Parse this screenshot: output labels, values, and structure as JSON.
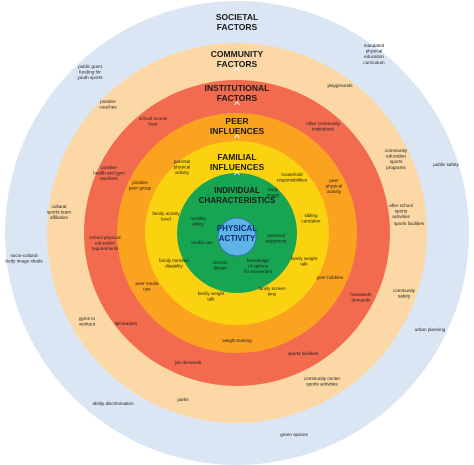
{
  "rings": {
    "societal": {
      "title": [
        "SOCIETAL",
        "FACTORS"
      ],
      "color": "#dbe6f5"
    },
    "community": {
      "title": [
        "COMMUNITY",
        "FACTORS"
      ],
      "color": "#fbd8a6"
    },
    "institutional": {
      "title": [
        "INSTITUTIONAL",
        "FACTORS"
      ],
      "color": "#f36b4f"
    },
    "peer": {
      "title": [
        "PEER",
        "INFLUENCES"
      ],
      "color": "#fba21f"
    },
    "familial": {
      "title": [
        "FAMILIAL",
        "INFLUENCES"
      ],
      "color": "#fbd20f"
    },
    "individual": {
      "title": [
        "INDIVIDUAL",
        "CHARACTERISTICS"
      ],
      "color": "#17a552"
    },
    "core": {
      "title": [
        "PHYSICAL",
        "ACTIVITY"
      ],
      "color": "#5fb4e6"
    }
  },
  "labels": {
    "societal": [
      [
        "mandated",
        "physical",
        "education",
        "curriculum"
      ],
      [
        "public grant",
        "funding for",
        "youth sports"
      ],
      [
        "public safety"
      ],
      [
        "cultural",
        "sports team",
        "affiliation"
      ],
      [
        "socio-cultural",
        "body image ideals"
      ],
      [
        "urban planning"
      ],
      [
        "ability discrimination"
      ],
      [
        "green spaces"
      ]
    ],
    "community": [
      [
        "playgrounds"
      ],
      [
        "positive",
        "coaches"
      ],
      [
        "community",
        "education",
        "sports",
        "programs"
      ],
      [
        "after school",
        "sports",
        "activities"
      ],
      [
        "sports facilities"
      ],
      [
        "community",
        "safety"
      ],
      [
        "gyms to",
        "workout"
      ],
      [
        "community center",
        "sports activities"
      ],
      [
        "parks"
      ]
    ],
    "institutional": [
      [
        "school recess",
        "hour"
      ],
      [
        "other community",
        "institutions"
      ],
      [
        "positive",
        "health and gym",
        "teachers"
      ],
      [
        "school physical",
        "education",
        "requirements"
      ],
      [
        "homework",
        "demands"
      ],
      [
        "lab leaders"
      ],
      [
        "job demands"
      ],
      [
        "sports facilities"
      ]
    ],
    "peer": [
      [
        "positive",
        "peer group"
      ],
      [
        "peer",
        "physical",
        "activity"
      ],
      [
        "peer hobbies"
      ],
      [
        "peer media",
        "use"
      ],
      [
        "weight teasing"
      ]
    ],
    "familial": [
      [
        "parental",
        "physical",
        "activity"
      ],
      [
        "household",
        "responsibilities"
      ],
      [
        "family activity",
        "level"
      ],
      [
        "sibling",
        "caretaker"
      ],
      [
        "family weight",
        "talk"
      ],
      [
        "family member",
        "disability"
      ],
      [
        "family weight",
        "talk"
      ],
      [
        "family screen",
        "time"
      ]
    ],
    "individual": [
      [
        "mobility",
        "ability"
      ],
      [
        "body",
        "image"
      ],
      [
        "media use"
      ],
      [
        "personal",
        "enjoyment"
      ],
      [
        "chronic",
        "illness"
      ],
      [
        "knowledge",
        "of options",
        "for movement"
      ]
    ]
  }
}
